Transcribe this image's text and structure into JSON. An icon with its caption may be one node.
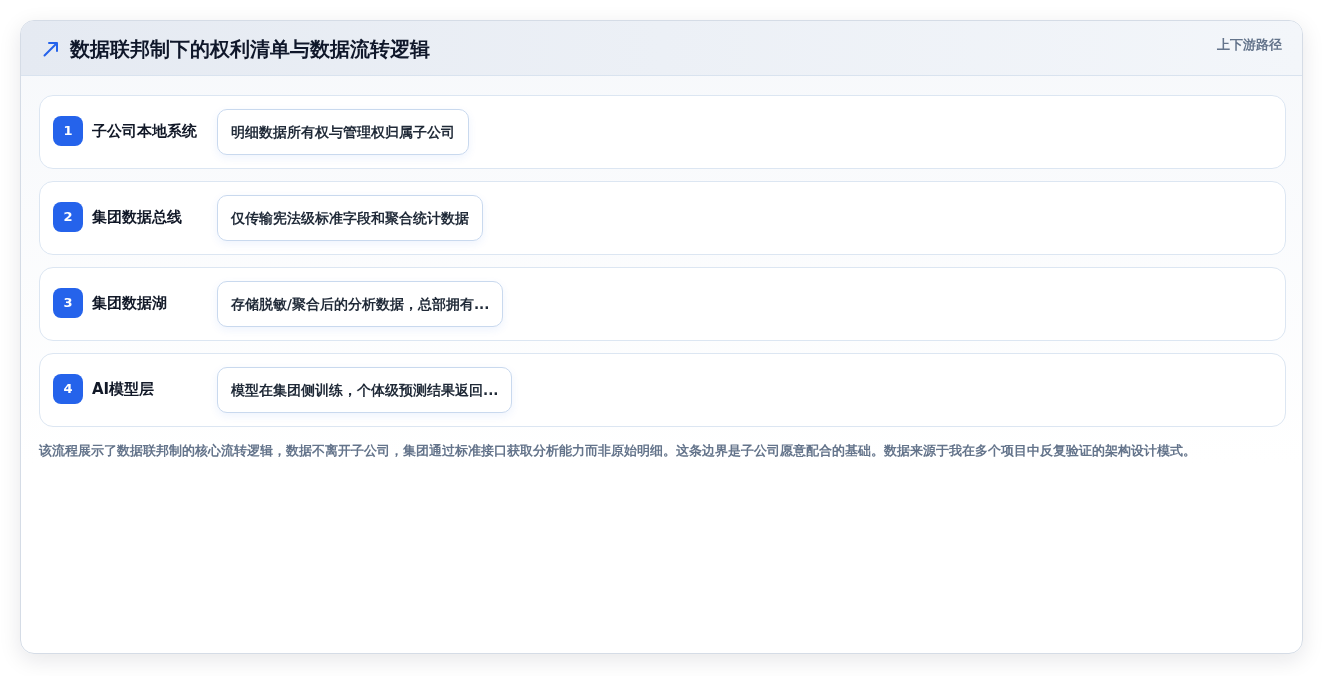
{
  "diagram": {
    "title": "数据联邦制下的权利清单与数据流转逻辑",
    "caption": "该流程展示了数据联邦制的核心流转逻辑，数据不离开子公司，集团通过标准接口获取分析能力而非原始明细。这条边界是子公司愿意配合的基础。数据来源于我在多个项目中反复验证的架构设计模式。",
    "nodes": [
      {
        "text": [
          "子公司本地系统"
        ]
      },
      {
        "text": [
          "1"
        ],
        "in": 0
      },
      {
        "text": [
          "明细数据所有权与管理权归属子公司"
        ],
        "in": 0
      },
      {
        "text": [
          "集团数据总线"
        ]
      },
      {
        "text": [
          "2"
        ],
        "in": 3
      },
      {
        "text": [
          "仅传输宪法级标准字段和聚合统计数据"
        ],
        "in": 3
      },
      {
        "text": [
          "集团数据湖"
        ]
      },
      {
        "text": [
          "3"
        ],
        "in": 6
      },
      {
        "text": [
          "存储脱敏/聚合后的分析数据，总部拥有..."
        ],
        "in": 6
      },
      {
        "text": [
          "AI模型层"
        ]
      },
      {
        "text": [
          "4"
        ],
        "in": 9
      },
      {
        "text": [
          "模型在集团侧训练，个体级预测结果返回..."
        ],
        "in": 9
      }
    ],
    "labels": [
      "上下游路径"
    ]
  }
}
